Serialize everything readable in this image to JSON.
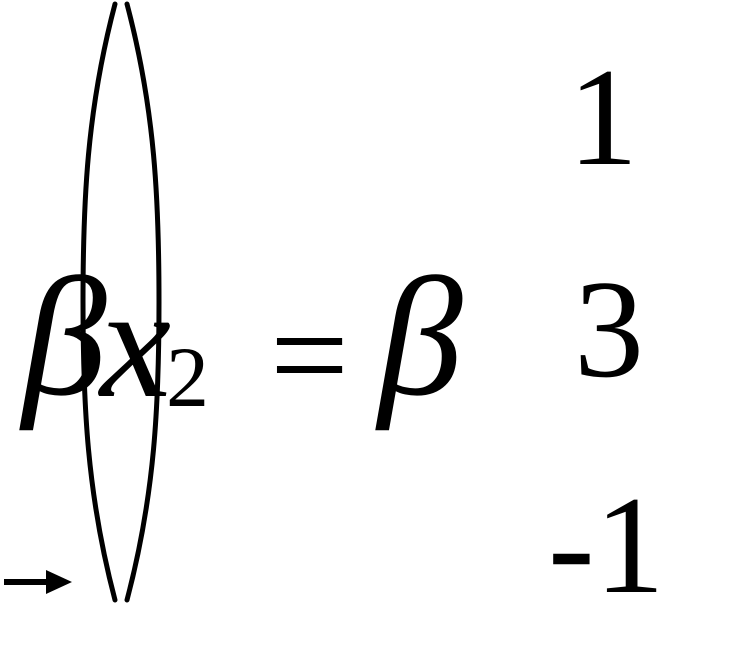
{
  "equation": {
    "lhs": {
      "scalar": "β",
      "variable": "x",
      "subscript": "2",
      "vector_marker_icon": "right-arrow-icon"
    },
    "operator": "=",
    "rhs": {
      "scalar": "β",
      "vector_entries": [
        "1",
        "3",
        "-1"
      ],
      "delimiters_icon": "parentheses-icon"
    }
  }
}
